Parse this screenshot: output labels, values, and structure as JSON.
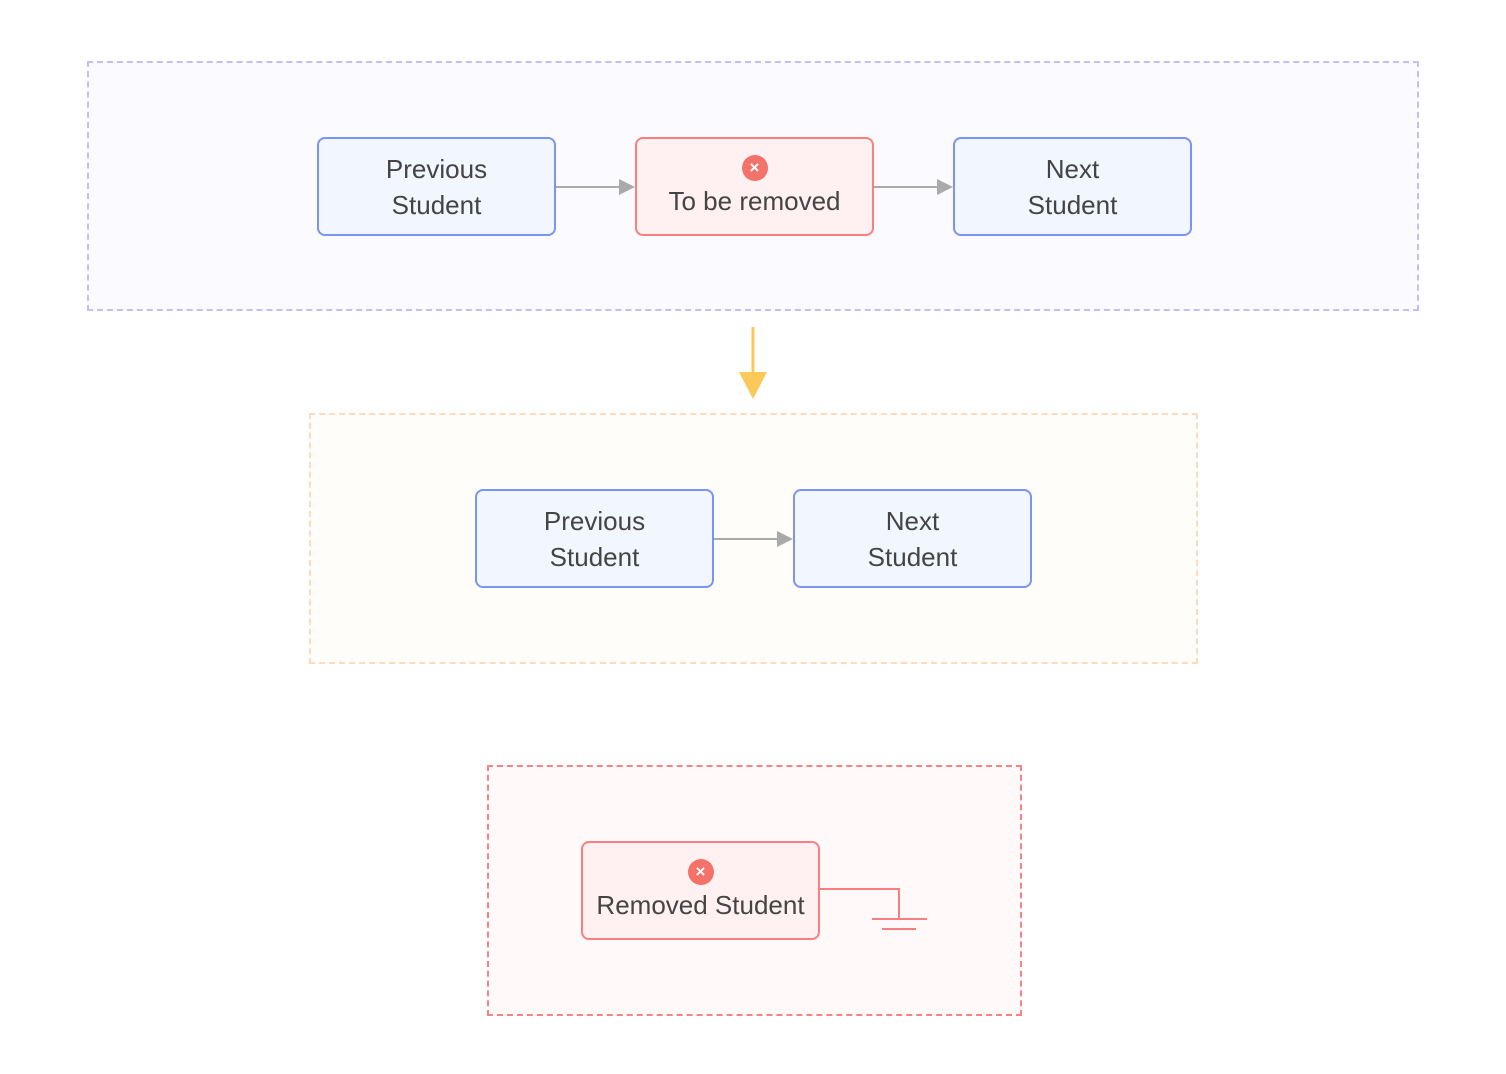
{
  "before": {
    "previous": "Previous Student",
    "removed": "To be removed",
    "next": "Next Student"
  },
  "after": {
    "previous": "Previous Student",
    "next": "Next Student"
  },
  "removed_group": {
    "removed": "Removed Student"
  },
  "icons": {
    "remove": "×"
  },
  "colors": {
    "node_border": "#7b93f5",
    "removed_border": "#f98080",
    "transition_arrow": "#fbc85a"
  }
}
